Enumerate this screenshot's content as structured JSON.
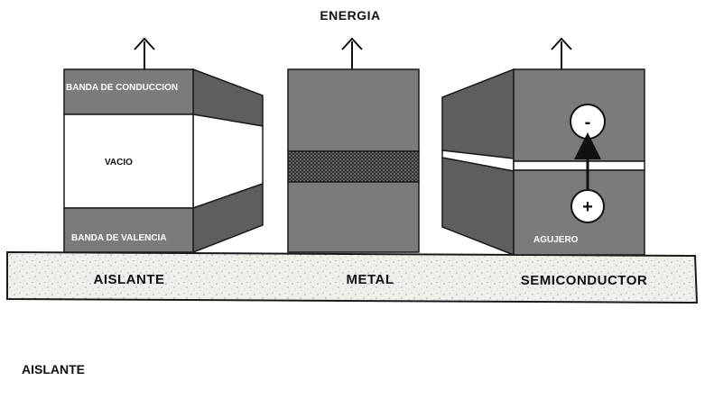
{
  "title": "ENERGIA",
  "footer": "AISLANTE",
  "insulator": {
    "name": "AISLANTE",
    "conduction_band": "BANDA DE CONDUCCION",
    "gap": "VACIO",
    "valence_band": "BANDA DE VALENCIA"
  },
  "metal": {
    "name": "METAL"
  },
  "semiconductor": {
    "name": "SEMICONDUCTOR",
    "electron_sign": "-",
    "hole_sign": "+",
    "hole_label": "AGUJERO"
  },
  "colors": {
    "band_gray": "#7b7b7b",
    "band_side": "#5e5e5e",
    "outline": "#1a1a1a",
    "substrate": "#eeeeea",
    "gap_white": "#ffffff"
  }
}
